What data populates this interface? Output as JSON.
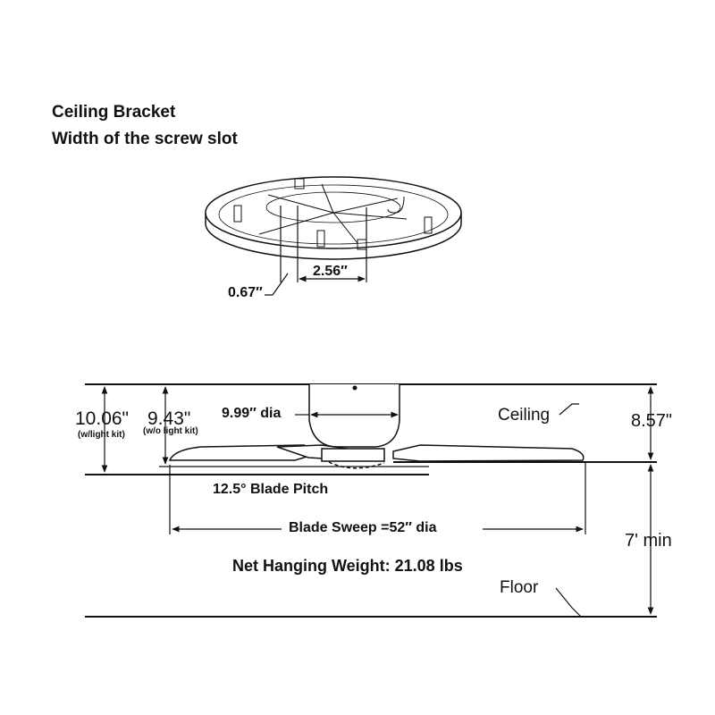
{
  "title": {
    "line1": "Ceiling Bracket",
    "line2": "Width of the screw slot"
  },
  "bracket": {
    "slot_width": "0.67″",
    "slot_spacing": "2.56″"
  },
  "fan": {
    "height_with_light": "10.06\"",
    "with_light_label": "(w/light kit)",
    "height_without_light": "9.43\"",
    "without_light_label": "(w/o light kit)",
    "canopy_diameter": "9.99″ dia",
    "ceiling_label": "Ceiling",
    "ceiling_to_blade": "8.57\"",
    "blade_pitch": "12.5° Blade Pitch",
    "blade_sweep": "Blade Sweep =52″ dia",
    "min_clearance": "7' min",
    "net_weight": "Net Hanging Weight: 21.08 lbs",
    "floor_label": "Floor"
  }
}
